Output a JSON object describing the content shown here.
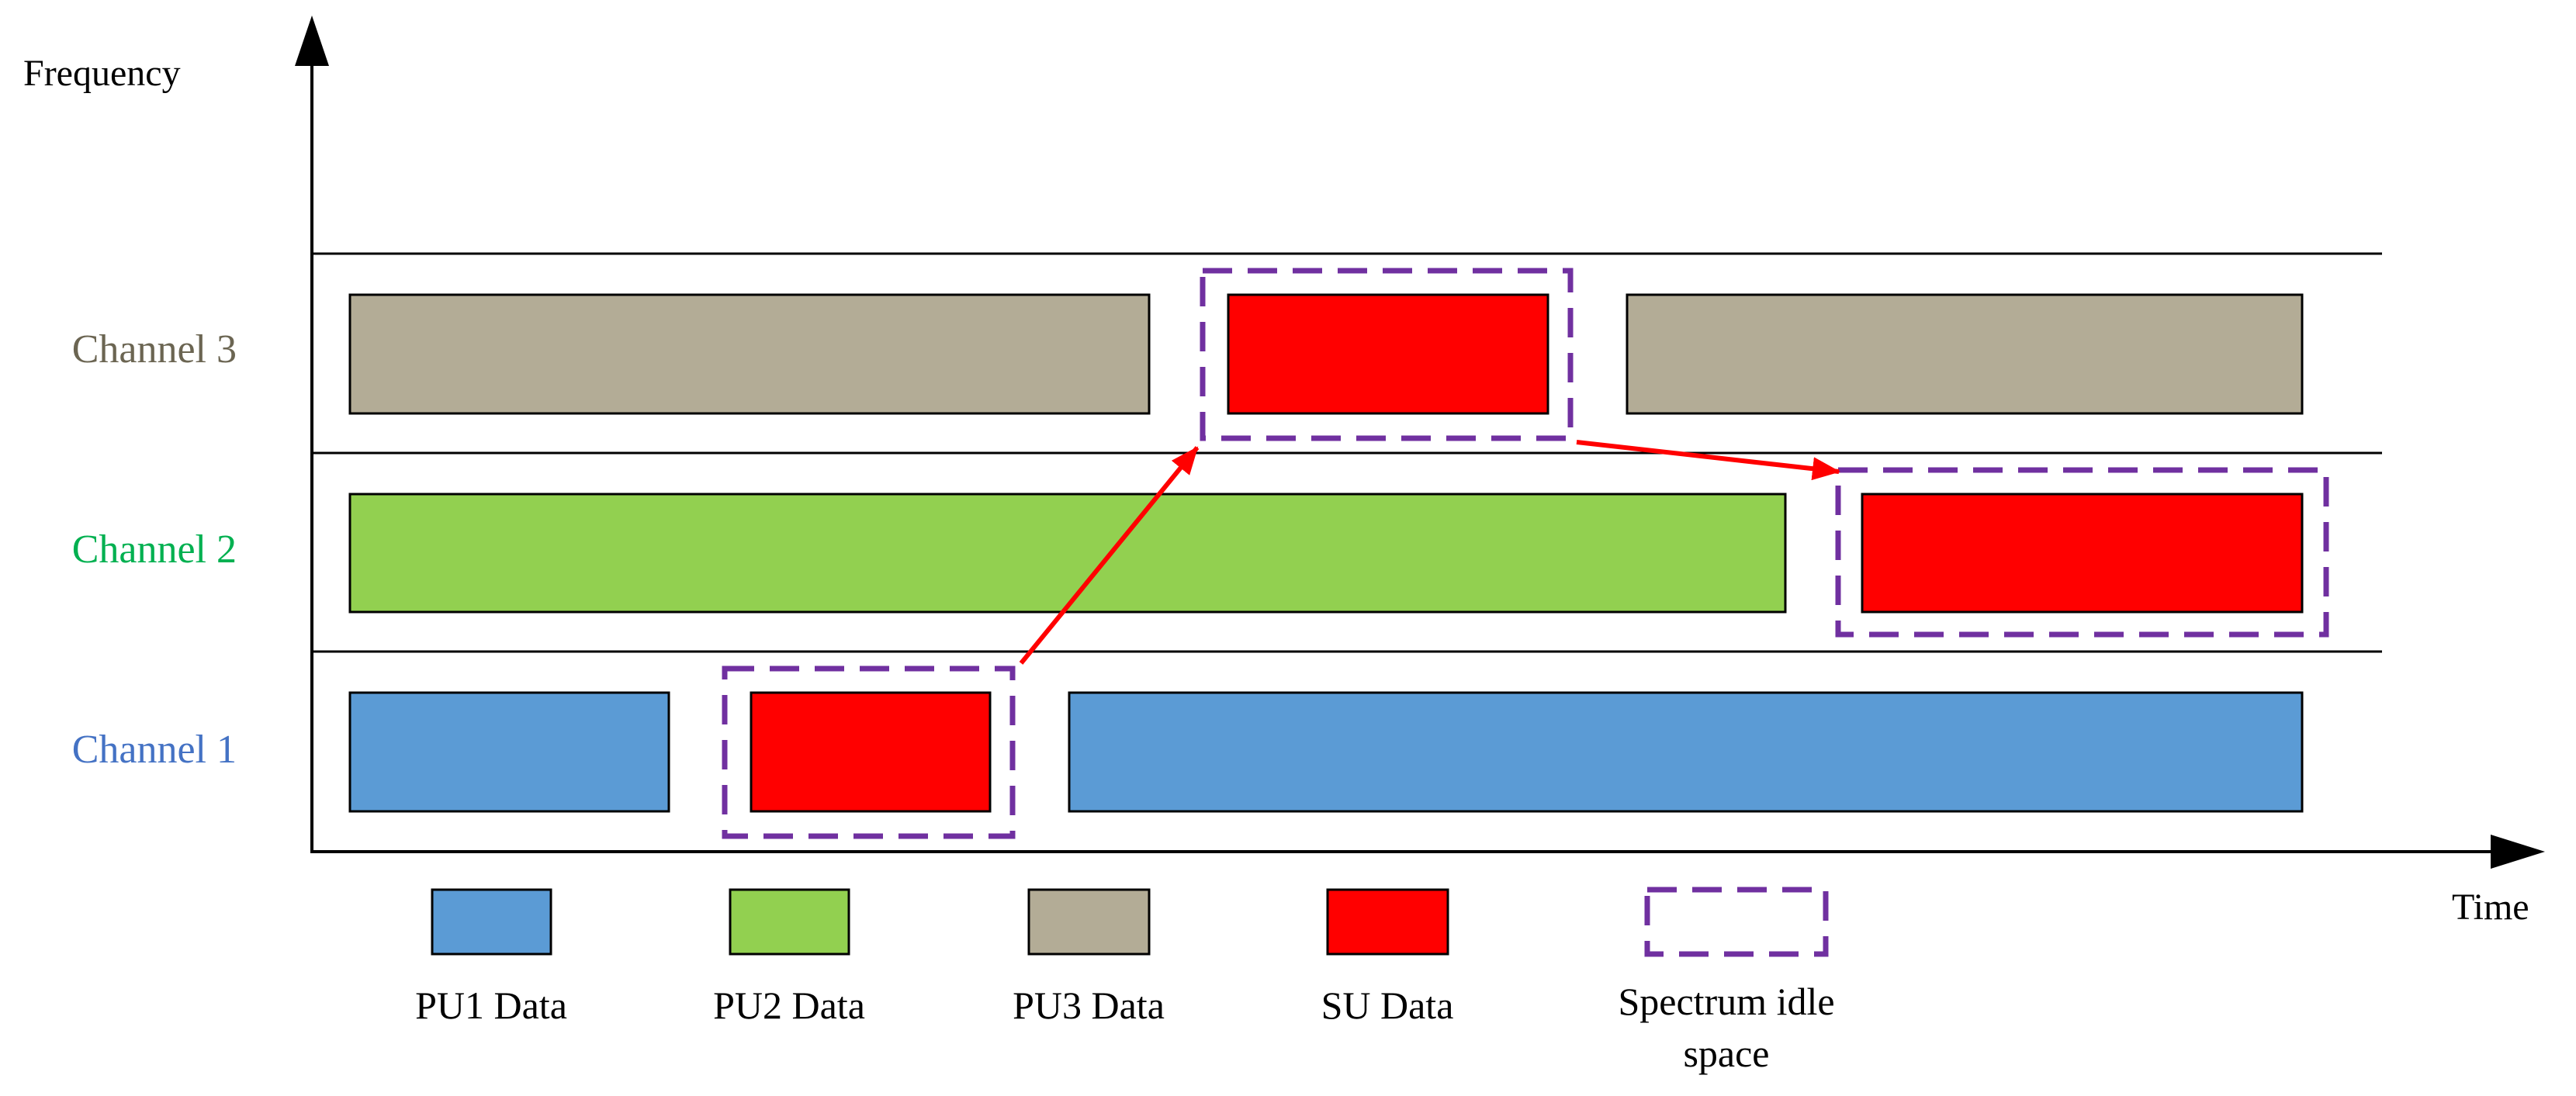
{
  "axes": {
    "y_label": "Frequency",
    "x_label": "Time"
  },
  "channels": [
    {
      "label": "Channel 1",
      "color": "#4472C4"
    },
    {
      "label": "Channel 2",
      "color": "#00B050"
    },
    {
      "label": "Channel 3",
      "color": "#6B6552"
    }
  ],
  "colors": {
    "pu1": "#5B9BD5",
    "pu2": "#92D050",
    "pu3": "#B3AC96",
    "su": "#FF0000",
    "idle_border": "#7030A0",
    "arrow": "#FF0000",
    "line": "#000000"
  },
  "legend": [
    {
      "key": "pu1",
      "label": "PU1 Data"
    },
    {
      "key": "pu2",
      "label": "PU2 Data"
    },
    {
      "key": "pu3",
      "label": "PU3 Data"
    },
    {
      "key": "su",
      "label": "SU Data"
    },
    {
      "key": "idle",
      "label_line1": "Spectrum idle",
      "label_line2": "space"
    }
  ]
}
